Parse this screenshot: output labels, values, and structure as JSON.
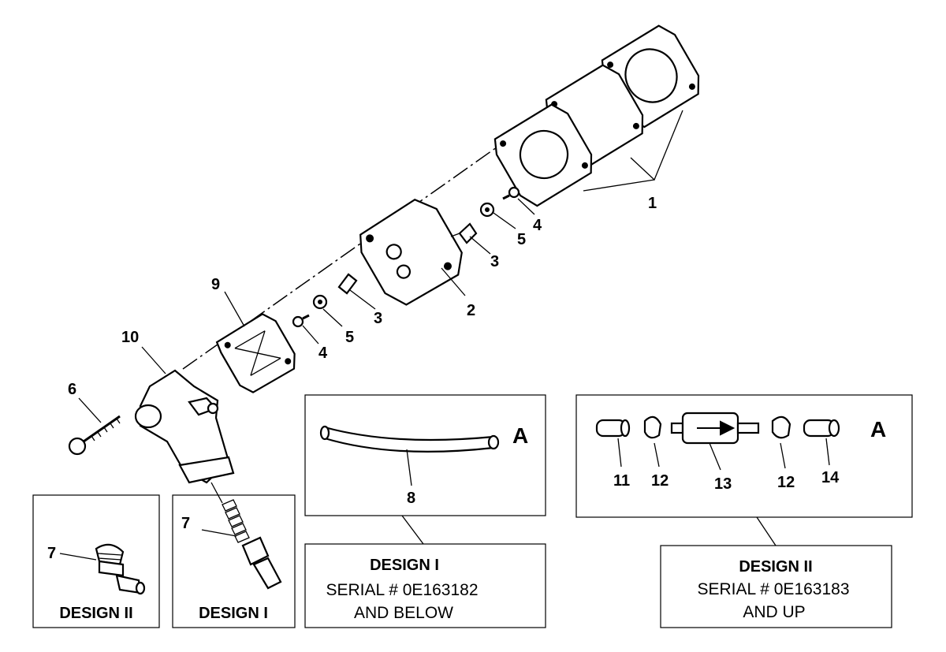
{
  "callouts": {
    "c1": "1",
    "c2": "2",
    "c3a": "3",
    "c3b": "3",
    "c4a": "4",
    "c4b": "4",
    "c5a": "5",
    "c5b": "5",
    "c6": "6",
    "c7a": "7",
    "c7b": "7",
    "c8": "8",
    "c9": "9",
    "c10": "10",
    "c11": "11",
    "c12a": "12",
    "c12b": "12",
    "c13": "13",
    "c14": "14"
  },
  "panel_a_letter": "A",
  "panel_b_letter": "A",
  "inset_left": {
    "label": "DESIGN II"
  },
  "inset_right": {
    "label": "DESIGN I"
  },
  "design1_box": {
    "title": "DESIGN I",
    "line1": "SERIAL # 0E163182",
    "line2": "AND BELOW"
  },
  "design2_box": {
    "title": "DESIGN II",
    "line1": "SERIAL # 0E163183",
    "line2": "AND UP"
  }
}
